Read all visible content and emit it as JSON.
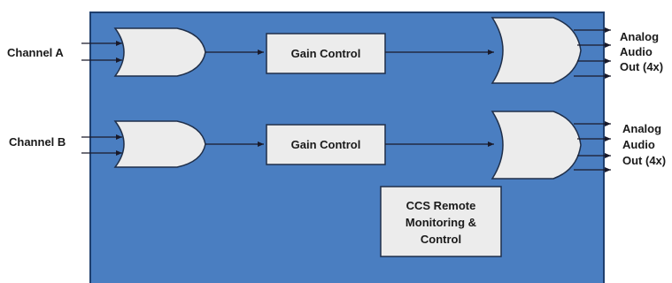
{
  "colors": {
    "panel_fill": "#4a7ec1",
    "panel_border": "#1f3f6e",
    "block_fill": "#ececec",
    "block_border": "#1f2f4a",
    "line": "#1a1a2a",
    "text": "#1a1a1a"
  },
  "inputs": {
    "channel_a": "Channel A",
    "channel_b": "Channel B"
  },
  "blocks": {
    "gain_a": "Gain Control",
    "gain_b": "Gain Control",
    "ccs": [
      "CCS Remote",
      "Monitoring &",
      "Control"
    ]
  },
  "outputs": {
    "a": [
      "Analog",
      "Audio",
      "Out (4x)"
    ],
    "b": [
      "Analog",
      "Audio",
      "Out (4x)"
    ]
  }
}
